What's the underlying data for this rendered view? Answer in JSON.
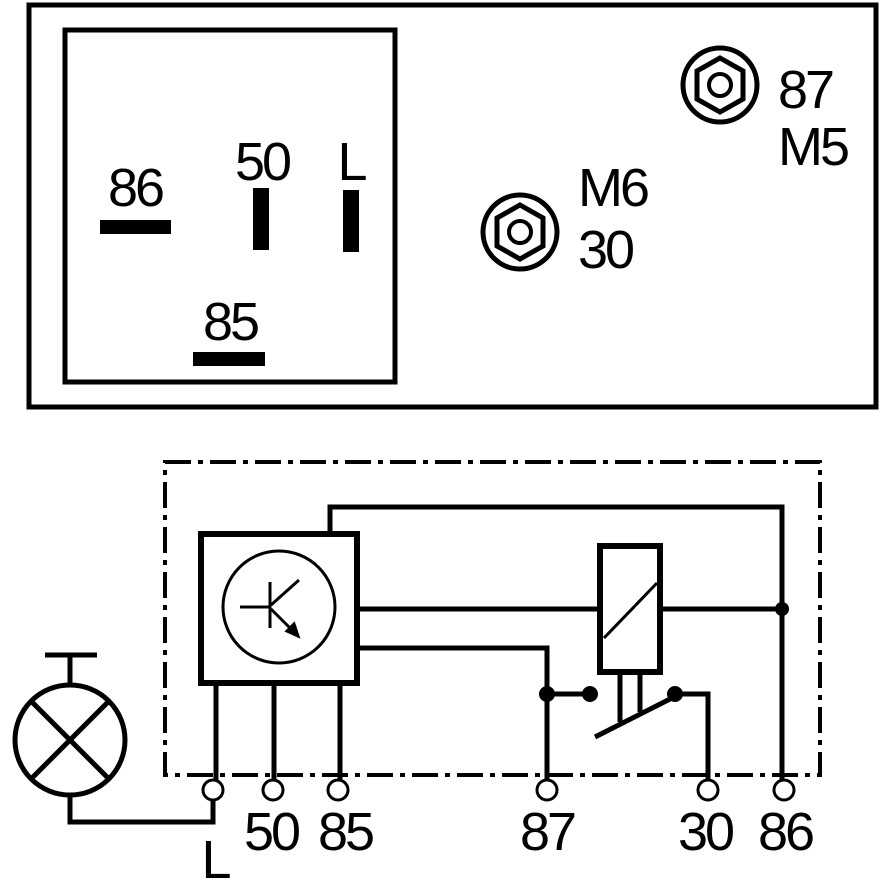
{
  "top_view": {
    "pin_labels": {
      "p86": "86",
      "p50": "50",
      "pL": "L",
      "p85": "85"
    },
    "stud_87": {
      "terminal": "87",
      "thread": "M5"
    },
    "stud_30": {
      "thread": "M6",
      "terminal": "30"
    }
  },
  "schematic": {
    "terminals": [
      "L",
      "50",
      "85",
      "87",
      "30",
      "86"
    ]
  },
  "colors": {
    "line": "#000000",
    "background": "#ffffff"
  }
}
